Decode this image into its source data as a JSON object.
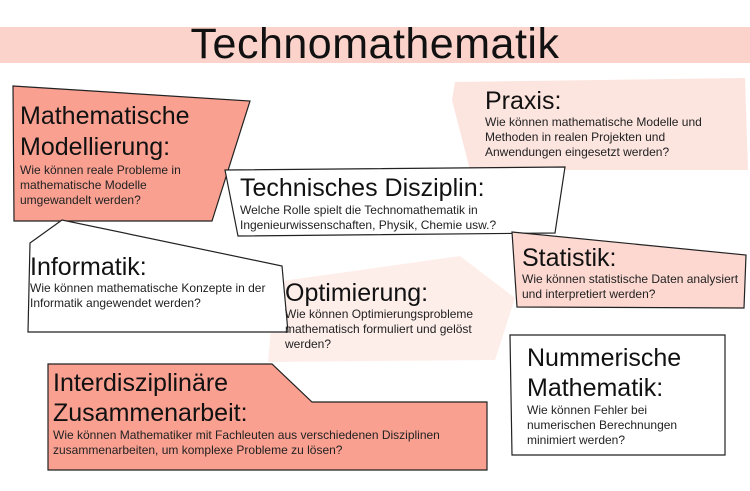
{
  "title": "Technomathematik",
  "colors": {
    "title_band": "#fbd3cb",
    "salmon": "#f9a091",
    "light_pink": "#fce4df",
    "pale_pink": "#fdeeea",
    "white": "#ffffff",
    "outline": "#222222"
  },
  "boxes": [
    {
      "key": "mathematische-modellierung",
      "heading": "Mathematische Modellierung:",
      "question": "Wie können reale Probleme in mathematische Modelle umgewandelt werden?"
    },
    {
      "key": "praxis",
      "heading": "Praxis:",
      "question": "Wie können mathematische Modelle und Methoden in realen Projekten und Anwendungen eingesetzt werden?"
    },
    {
      "key": "technisches-disziplin",
      "heading": "Technisches Disziplin:",
      "question": "Welche Rolle spielt die Technomathematik in Ingenieurwissenschaften, Physik, Chemie usw.?"
    },
    {
      "key": "informatik",
      "heading": "Informatik:",
      "question": "Wie können mathematische Konzepte in der Informatik angewendet werden?"
    },
    {
      "key": "statistik",
      "heading": "Statistik:",
      "question": "Wie können statistische Daten analysiert und interpretiert werden?"
    },
    {
      "key": "optimierung",
      "heading": "Optimierung:",
      "question": "Wie können Optimierungsprobleme mathematisch formuliert und gelöst werden?"
    },
    {
      "key": "nummerische-mathematik",
      "heading": "Nummerische Mathematik:",
      "question": "Wie können Fehler bei numerischen Berechnungen minimiert werden?"
    },
    {
      "key": "interdisziplinaere-zusammenarbeit",
      "heading": "Interdisziplinäre Zusammenarbeit:",
      "question": "Wie können Mathematiker mit Fachleuten aus verschiedenen Disziplinen zusammenarbeiten, um komplexe Probleme zu lösen?"
    }
  ]
}
